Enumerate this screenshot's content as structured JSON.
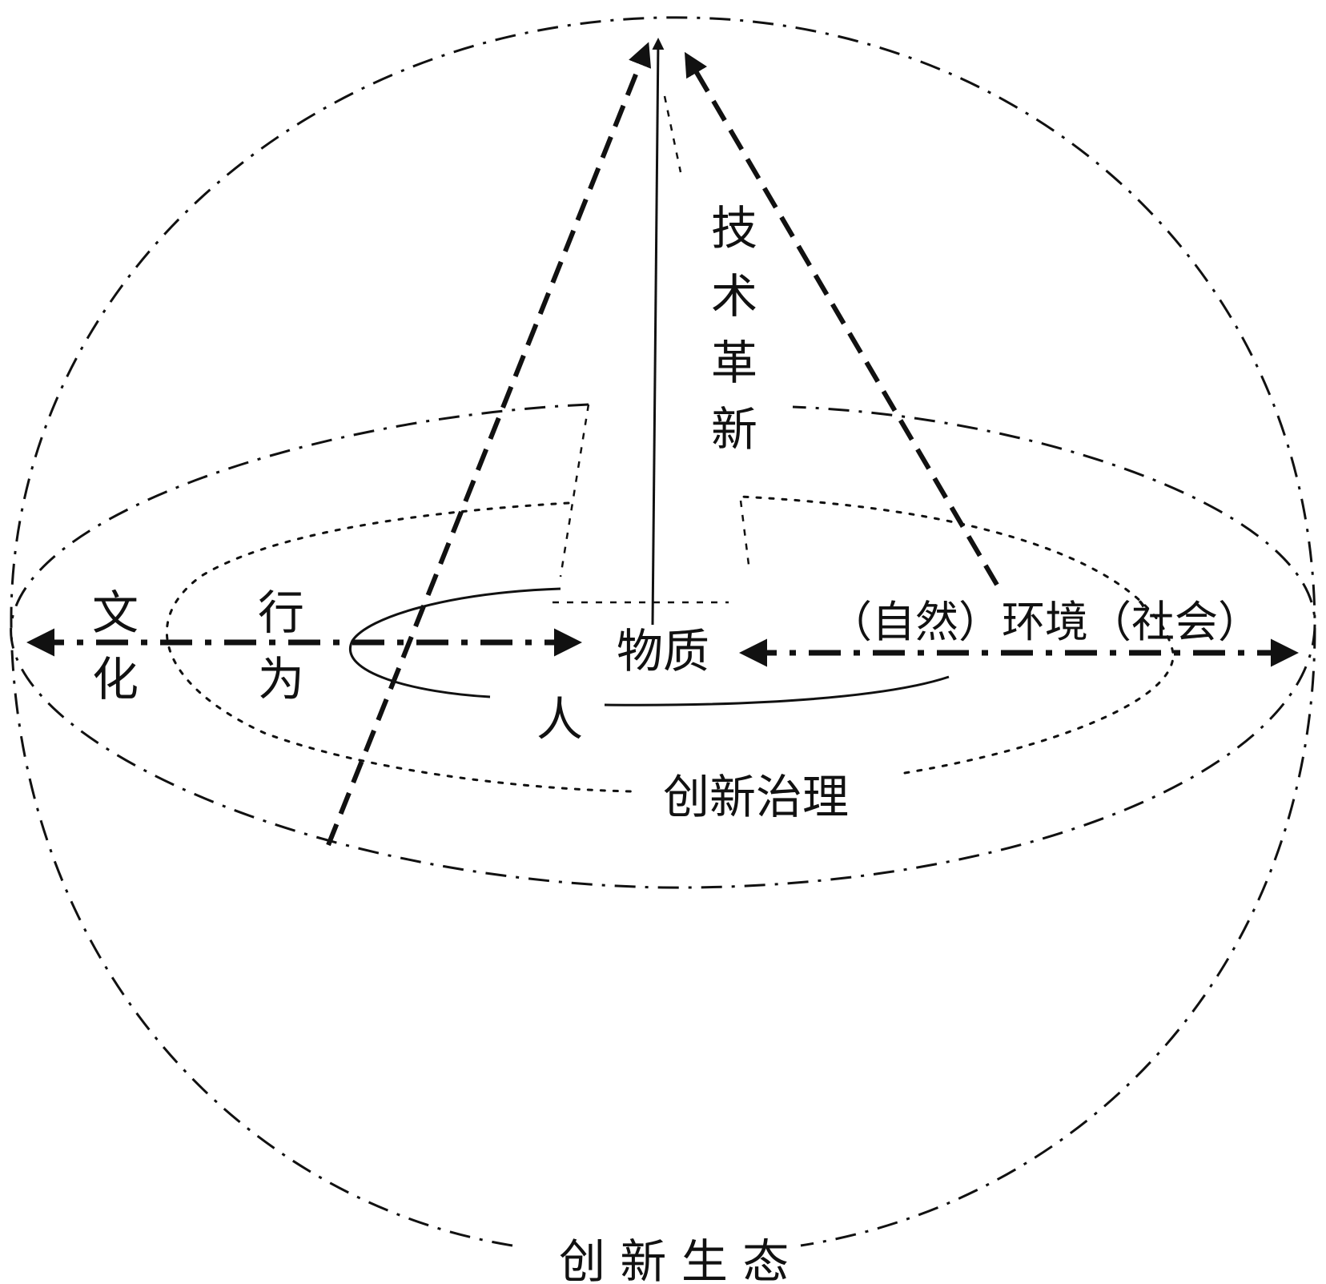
{
  "labels": {
    "tech_1": "技",
    "tech_2": "术",
    "tech_3": "革",
    "tech_4": "新",
    "culture_1": "文",
    "culture_2": "化",
    "behavior_1": "行",
    "behavior_2": "为",
    "material": "物质",
    "environment": "（自然）环境（社会）",
    "person": "人",
    "governance": "创新治理",
    "ecosystem": "创 新 生 态"
  }
}
